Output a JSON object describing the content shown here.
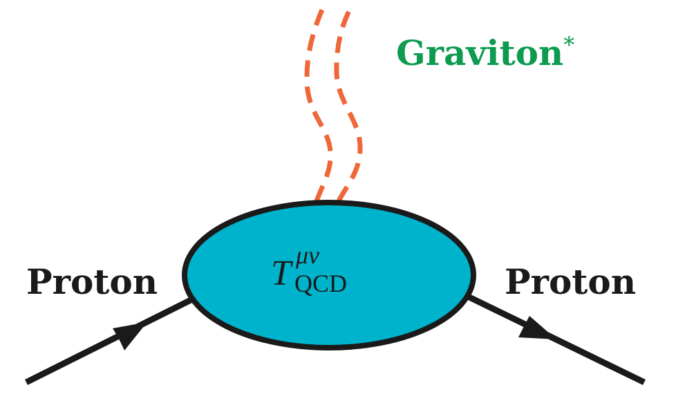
{
  "diagram": {
    "incoming_label": "Proton",
    "outgoing_label": "Proton",
    "graviton_label": "Graviton",
    "graviton_superscript": "*",
    "vertex": {
      "symbol": "T",
      "superscript": "μν",
      "subscript": "QCD"
    }
  },
  "colors": {
    "blob_fill": "#00b3cc",
    "line": "#1a1a1a",
    "graviton_line": "#ef6639",
    "graviton_label": "#0d9b4f",
    "text": "#1a1a1a"
  }
}
